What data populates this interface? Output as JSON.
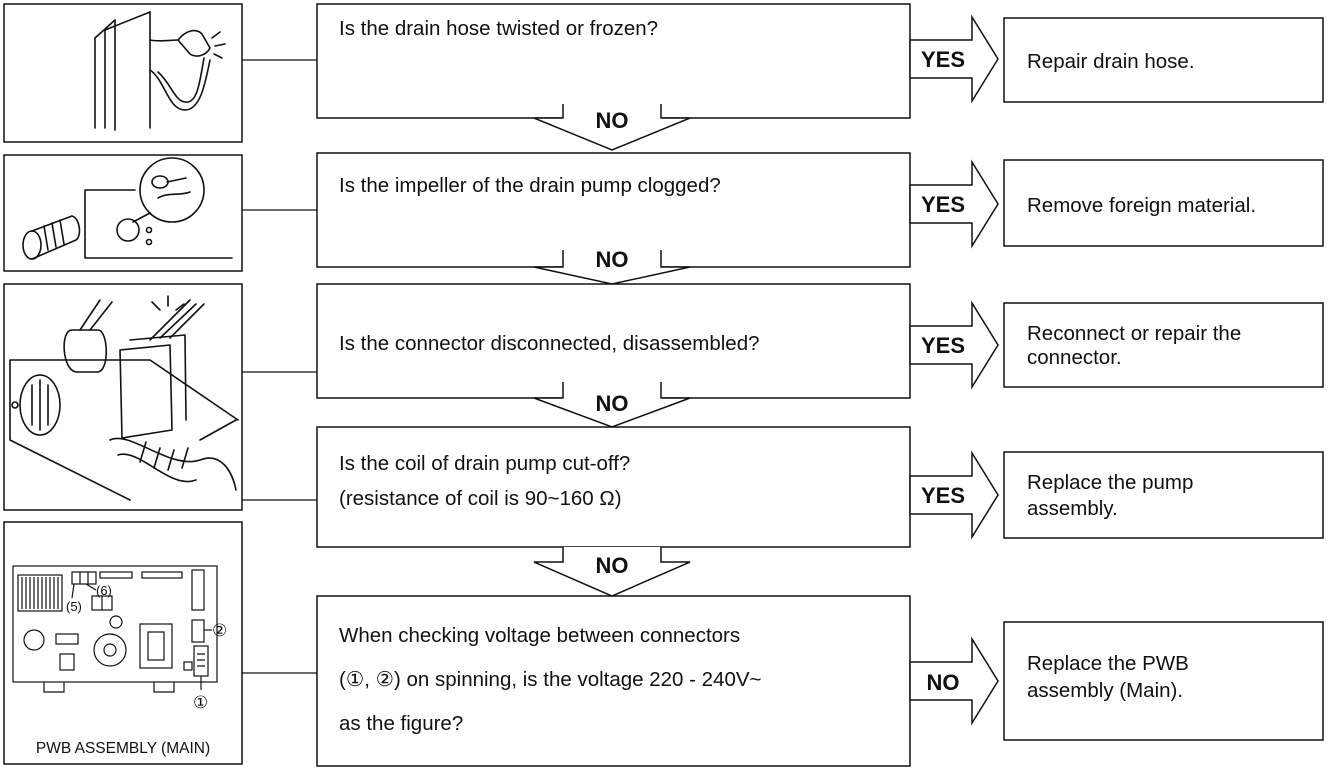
{
  "steps": [
    {
      "question": [
        "Is the drain hose twisted or frozen?"
      ],
      "branch_label": "YES",
      "action": [
        "Repair drain hose."
      ],
      "next_label": "NO",
      "illustration": "drain-hose-illustration"
    },
    {
      "question": [
        "Is the impeller of the drain pump clogged?"
      ],
      "branch_label": "YES",
      "action": [
        "Remove foreign material."
      ],
      "next_label": "NO",
      "illustration": "drain-pump-impeller-illustration"
    },
    {
      "question": [
        "Is the connector disconnected, disassembled?"
      ],
      "branch_label": "YES",
      "action": [
        "Reconnect or repair the",
        "connector."
      ],
      "next_label": "NO",
      "illustration": "pump-connector-illustration"
    },
    {
      "question": [
        "Is the coil of drain pump cut-off?",
        "(resistance of coil is 90~160 Ω)"
      ],
      "branch_label": "YES",
      "action": [
        "Replace the pump",
        "assembly."
      ],
      "next_label": "NO",
      "illustration": "pump-coil-illustration"
    },
    {
      "question": [
        "When checking voltage between connectors",
        "(①, ②) on spinning, is the voltage 220 - 240V~",
        "as the figure?"
      ],
      "branch_label": "NO",
      "action": [
        "Replace the PWB",
        "assembly (Main)."
      ],
      "illustration": "pwb-board-illustration"
    }
  ],
  "pwb": {
    "caption": "PWB ASSEMBLY (MAIN)",
    "connector_labels": [
      "(5)",
      "(6)",
      "①",
      "②"
    ]
  }
}
